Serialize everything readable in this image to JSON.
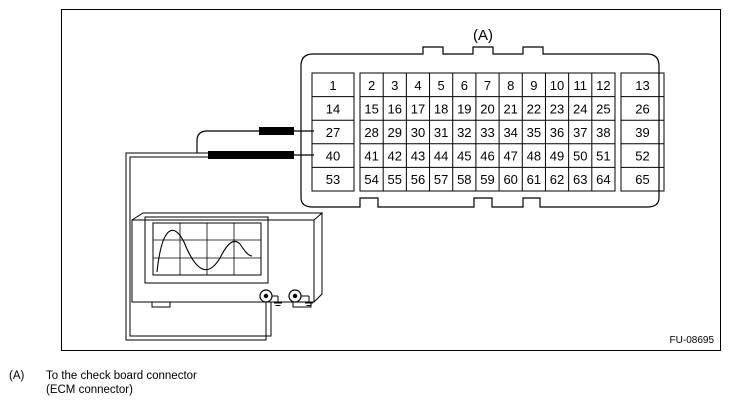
{
  "diagram": {
    "callout_label": "(A)",
    "figure_id": "FU-08695",
    "connector_pins": {
      "left_column": [
        "1",
        "14",
        "27",
        "40",
        "53"
      ],
      "center_rows": [
        [
          "2",
          "3",
          "4",
          "5",
          "6",
          "7",
          "8",
          "9",
          "10",
          "11",
          "12"
        ],
        [
          "15",
          "16",
          "17",
          "18",
          "19",
          "20",
          "21",
          "22",
          "23",
          "24",
          "25"
        ],
        [
          "28",
          "29",
          "30",
          "31",
          "32",
          "33",
          "34",
          "35",
          "36",
          "37",
          "38"
        ],
        [
          "41",
          "42",
          "43",
          "44",
          "45",
          "46",
          "47",
          "48",
          "49",
          "50",
          "51"
        ],
        [
          "54",
          "55",
          "56",
          "57",
          "58",
          "59",
          "60",
          "61",
          "62",
          "63",
          "64"
        ]
      ],
      "right_column": [
        "13",
        "26",
        "39",
        "52",
        "65"
      ]
    },
    "probe_pins": [
      "27",
      "40"
    ]
  },
  "legend": {
    "key": "(A)",
    "line1": "To the check board connector",
    "line2": "(ECM connector)"
  }
}
